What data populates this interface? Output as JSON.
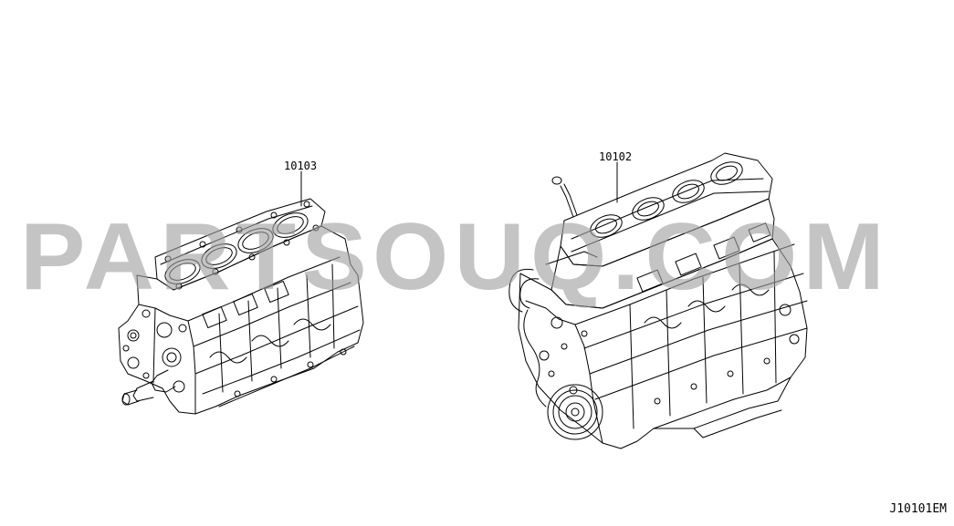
{
  "diagram": {
    "parts": [
      {
        "number": "10103"
      },
      {
        "number": "10102"
      }
    ],
    "watermark_text": "PARTSOUQ.COM",
    "diagram_code": "J10101EM"
  }
}
